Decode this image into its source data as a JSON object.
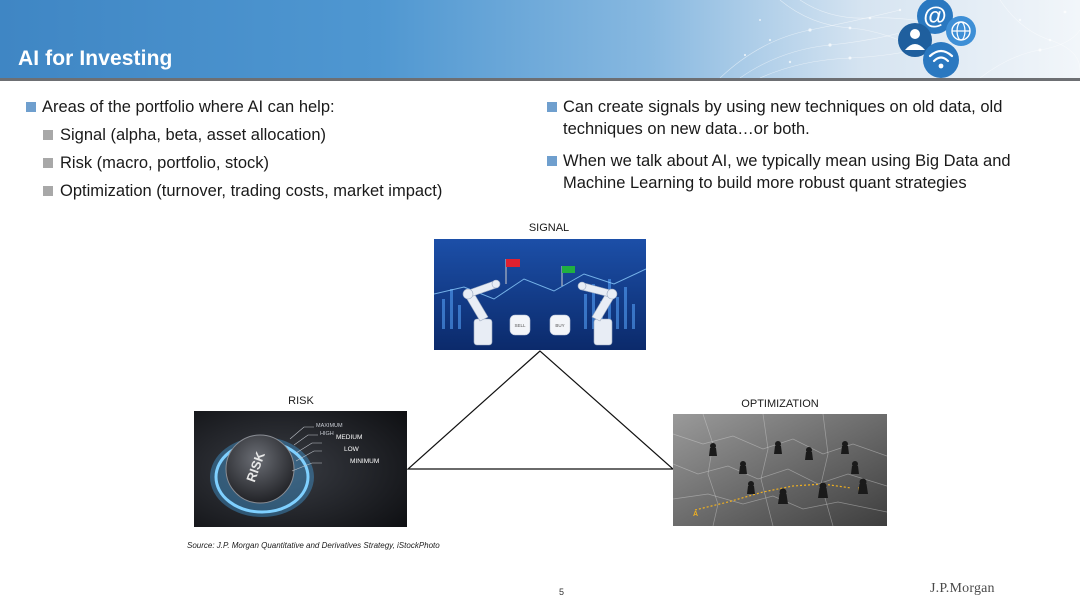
{
  "header": {
    "title": "AI for Investing",
    "icons": [
      "at-sign-icon",
      "user-icon",
      "globe-icon",
      "wifi-icon"
    ]
  },
  "left_column": {
    "heading": "Areas of the portfolio where AI can help:",
    "items": [
      "Signal (alpha, beta, asset allocation)",
      "Risk (macro, portfolio, stock)",
      "Optimization (turnover, trading costs, market impact)"
    ]
  },
  "right_column": {
    "items": [
      "Can create signals by using new techniques on old data, old techniques on new data…or both.",
      "When we talk about AI, we typically mean using Big Data and Machine Learning to build more robust quant strategies"
    ]
  },
  "diagram": {
    "signal_label": "SIGNAL",
    "risk_label": "RISK",
    "optimization_label": "OPTIMIZATION",
    "risk_knob_text": "RISK",
    "risk_levels": [
      "MAXIMUM",
      "HIGH",
      "MEDIUM",
      "LOW",
      "MINIMUM"
    ],
    "signal_dice": [
      "SELL",
      "BUY"
    ],
    "optimization_points": [
      "A",
      "B"
    ]
  },
  "footer": {
    "source": "Source: J.P. Morgan Quantitative and Derivatives Strategy, iStockPhoto",
    "page_number": "5",
    "logo": "J.P.Morgan"
  },
  "colors": {
    "banner_blue": "#4f97d1",
    "bullet_blue": "#6f9fce",
    "sub_bullet_gray": "#a8a8a8",
    "signal_flag_red": "#e02030",
    "signal_flag_green": "#20b040",
    "risk_glow": "#48b4ff"
  }
}
